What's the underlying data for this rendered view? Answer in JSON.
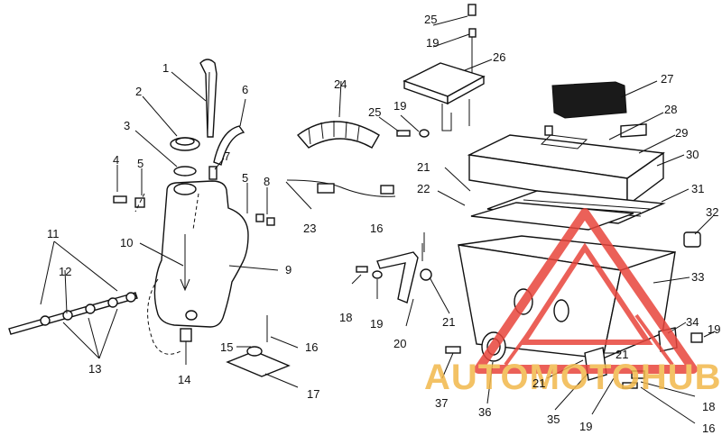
{
  "diagram": {
    "callouts": [
      "1",
      "2",
      "3",
      "4",
      "5",
      "5",
      "6",
      "7",
      "8",
      "9",
      "10",
      "11",
      "12",
      "13",
      "14",
      "15",
      "16",
      "16",
      "16",
      "17",
      "18",
      "18",
      "19",
      "19",
      "19",
      "19",
      "19",
      "20",
      "21",
      "21",
      "21",
      "21",
      "22",
      "23",
      "24",
      "25",
      "25",
      "26",
      "27",
      "28",
      "29",
      "30",
      "31",
      "32",
      "33",
      "34",
      "35",
      "36",
      "37"
    ]
  },
  "watermark": {
    "text": "AUTOMOTOHUB",
    "colors": {
      "orange": "#f2b84b",
      "red": "#e8453c",
      "grey": "#888888"
    }
  }
}
